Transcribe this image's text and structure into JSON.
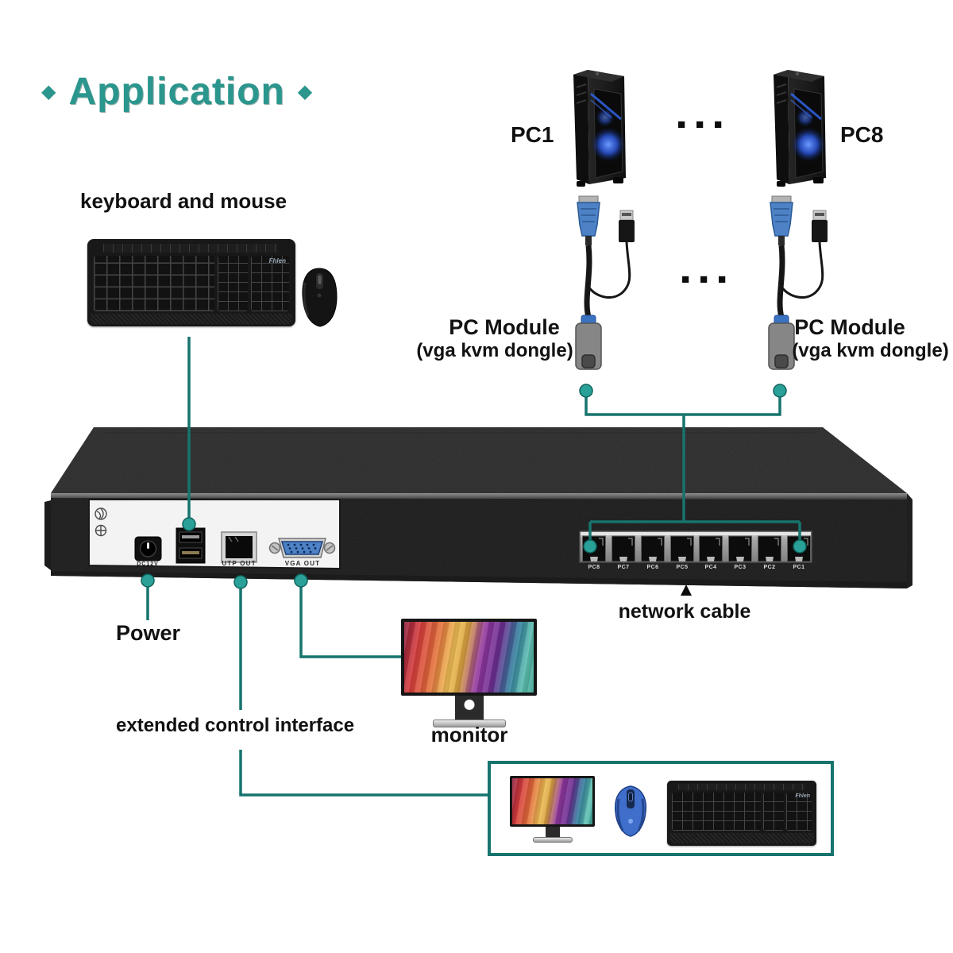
{
  "title": {
    "diamond": "◆",
    "text": "Application"
  },
  "labels": {
    "keyboard_mouse": "keyboard and mouse",
    "pc1": "PC1",
    "pc8": "PC8",
    "pc_module": "PC Module",
    "pc_module_sub": "(vga kvm dongle)",
    "power": "Power",
    "extended": "extended control interface",
    "monitor": "monitor",
    "network_cable": "network cable",
    "keyboard_brand": "Fhlen"
  },
  "marks": {
    "ellipsis": "■ ■ ■",
    "arrow_up": "▲"
  },
  "device": {
    "panel": {
      "dc": "DC12V",
      "utp": "UTP OUT",
      "vga": "VGA OUT"
    },
    "ports": [
      "PC8",
      "PC7",
      "PC6",
      "PC5",
      "PC4",
      "PC3",
      "PC2",
      "PC1"
    ]
  },
  "colors": {
    "title_teal": "#2b968d",
    "line_teal": "#17746e",
    "dot_teal": "#2aa198",
    "label_black": "#111111",
    "vga_blue": "#4e82c6"
  }
}
